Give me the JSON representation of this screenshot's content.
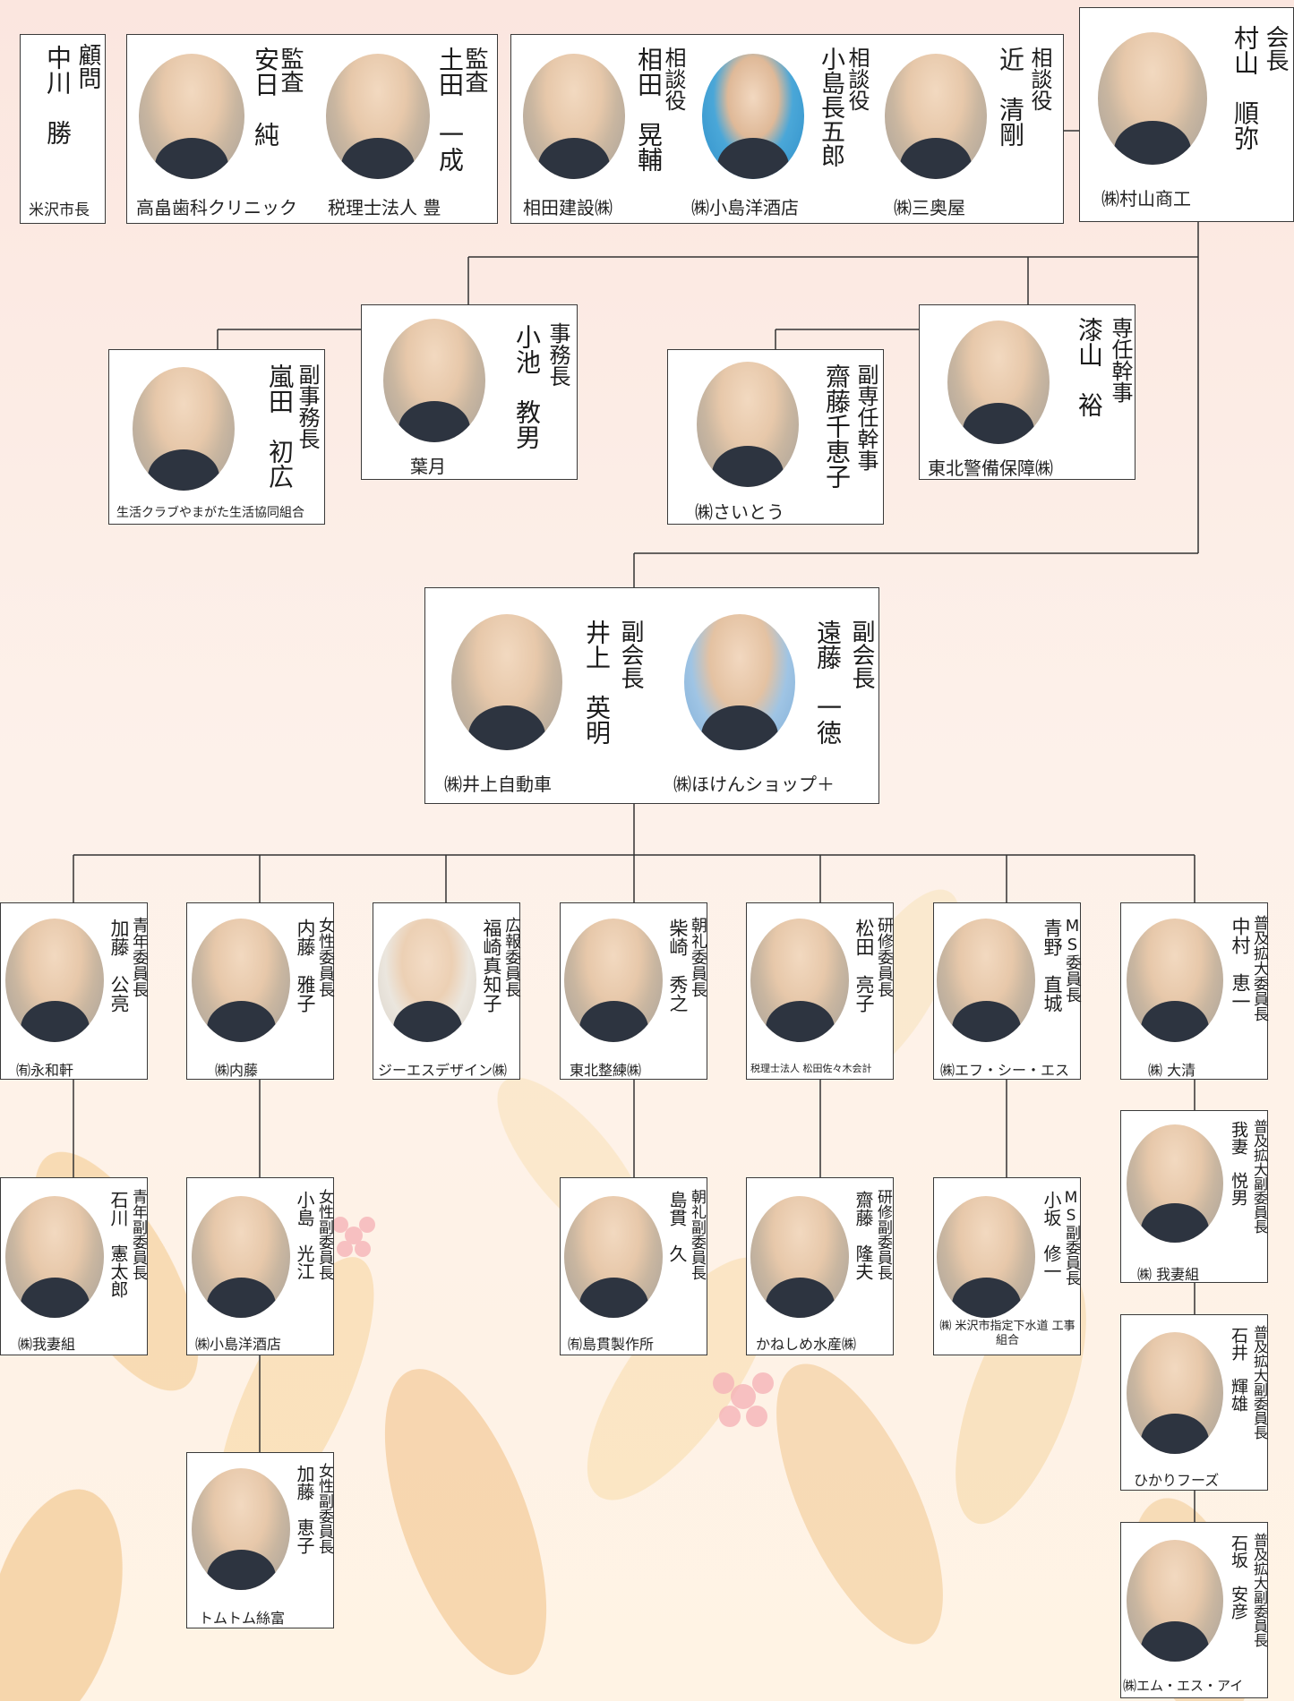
{
  "members": [
    {
      "key": "chairman",
      "title": "会長",
      "name": "村山　順弥",
      "company": "㈱村山商工"
    },
    {
      "key": "advisor",
      "title": "顧問",
      "name": "中川　勝",
      "company": "米沢市長"
    },
    {
      "key": "auditor_1",
      "title": "監査",
      "name": "安日　純",
      "company": "高畠歯科クリニック"
    },
    {
      "key": "auditor_2",
      "title": "監査",
      "name": "土田　一成",
      "company": "税理士法人 豊"
    },
    {
      "key": "consultant_1",
      "title": "相談役",
      "name": "相田　晃輔",
      "company": "相田建設㈱"
    },
    {
      "key": "consultant_2",
      "title": "相談役",
      "name": "小島長五郎",
      "company": "㈱小島洋酒店"
    },
    {
      "key": "consultant_3",
      "title": "相談役",
      "name": "近　清剛",
      "company": "㈱三奥屋"
    },
    {
      "key": "vice_director",
      "title": "副事務長",
      "name": "嵐田　初広",
      "company": "生活クラブやまがた生活協同組合"
    },
    {
      "key": "director",
      "title": "事務長",
      "name": "小池　教男",
      "company": "葉月"
    },
    {
      "key": "vice_secretary",
      "title": "副専任幹事",
      "name": "齋藤千恵子",
      "company": "㈱さいとう"
    },
    {
      "key": "secretary",
      "title": "専任幹事",
      "name": "漆山　裕",
      "company": "東北警備保障㈱"
    },
    {
      "key": "vice_chair_1",
      "title": "副会長",
      "name": "井上　英明",
      "company": "㈱井上自動車"
    },
    {
      "key": "vice_chair_2",
      "title": "副会長",
      "name": "遠藤　一徳",
      "company": "㈱ほけんショップ＋"
    },
    {
      "key": "youth",
      "title": "青年委員長",
      "name": "加藤　公亮",
      "company": "㈲永和軒"
    },
    {
      "key": "women",
      "title": "女性委員長",
      "name": "内藤　雅子",
      "company": "㈱内藤"
    },
    {
      "key": "pr",
      "title": "広報委員長",
      "name": "福崎真知子",
      "company": "ジーエスデザイン㈱"
    },
    {
      "key": "morning",
      "title": "朝礼委員長",
      "name": "柴崎　秀之",
      "company": "東北整練㈱"
    },
    {
      "key": "training",
      "title": "研修委員長",
      "name": "松田　亮子",
      "company": "税理士法人 松田佐々木会計"
    },
    {
      "key": "ms",
      "title": "MS委員長",
      "name": "青野　直城",
      "company": "㈱エフ・シー・エス"
    },
    {
      "key": "expansion",
      "title": "普及拡大委員長",
      "name": "中村　恵一",
      "company": "㈱ 大清"
    },
    {
      "key": "youth_vice",
      "title": "青年副委員長",
      "name": "石川　憲太郎",
      "company": "㈱我妻組"
    },
    {
      "key": "women_vice_1",
      "title": "女性副委員長",
      "name": "小島　光江",
      "company": "㈱小島洋酒店"
    },
    {
      "key": "women_vice_2",
      "title": "女性副委員長",
      "name": "加藤　恵子",
      "company": "トムトム絲富"
    },
    {
      "key": "morning_vice",
      "title": "朝礼副委員長",
      "name": "島貫　久",
      "company": "㈲島貫製作所"
    },
    {
      "key": "training_vice",
      "title": "研修副委員長",
      "name": "齋藤　隆夫",
      "company": "かねしめ水産㈱"
    },
    {
      "key": "ms_vice",
      "title": "MS副委員長",
      "name": "小坂　修一",
      "company": "㈱ 米沢市指定下水道 工事組合"
    },
    {
      "key": "expansion_vice_1",
      "title": "普及拡大副委員長",
      "name": "我妻　悦男",
      "company": "㈱ 我妻組"
    },
    {
      "key": "expansion_vice_2",
      "title": "普及拡大副委員長",
      "name": "石井　輝雄",
      "company": "ひかりフーズ"
    },
    {
      "key": "expansion_vice_3",
      "title": "普及拡大副委員長",
      "name": "石坂　安彦",
      "company": "㈱エム・エス・アイ"
    }
  ],
  "colors": {
    "line": "#333333",
    "box_border": "#3a3a3a",
    "bg_top": "#fbe6df",
    "bg_bottom": "#fff3e4"
  }
}
